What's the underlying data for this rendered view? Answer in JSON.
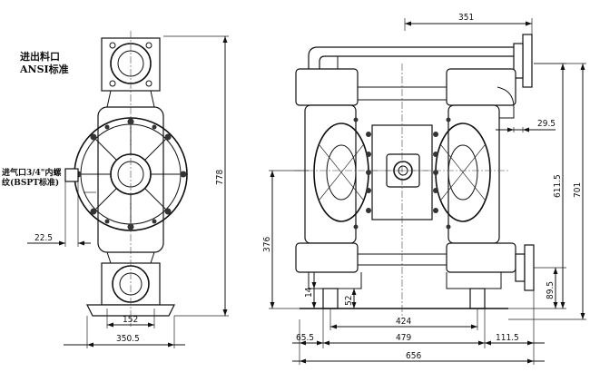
{
  "notes": {
    "inlet_outlet_line1": "进出料口",
    "inlet_outlet_line2": "ANSI标准",
    "air_inlet_line1": "进气口3/4\"内螺",
    "air_inlet_line2": "纹(BSPT标准)"
  },
  "dimensions": {
    "d351": "351",
    "d29_5": "29.5",
    "d611_5": "611.5",
    "d701": "701",
    "d778": "778",
    "d22_5": "22.5",
    "d376": "376",
    "d14": "14",
    "d52": "52",
    "d89_5": "89.5",
    "d152": "152",
    "d350_5": "350.5",
    "d424": "424",
    "d65_5": "65.5",
    "d479": "479",
    "d111_5": "111.5",
    "d656": "656"
  }
}
